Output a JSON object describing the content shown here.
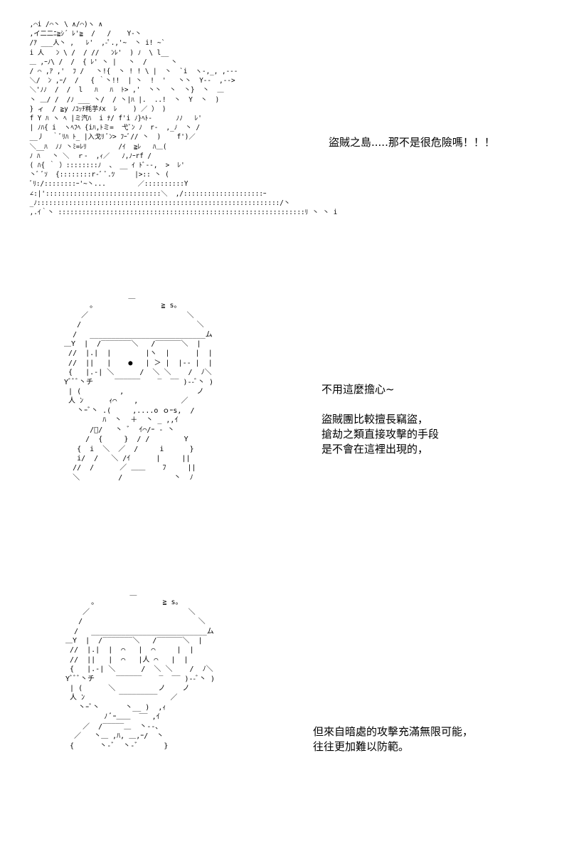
{
  "panels": [
    {
      "art": " ,⌒i /⌒丶 \\ ∧/⌒)ヽ ∧\n ,イ二二ﾆ≧ｼ´ ﾚ'≧  /   /    Y-丶\n /ｱ ___人丶 ,   ﾚ'  ,-ﾟ.,'~  丶 i! ~`\n i 人   ﾝ \\ /  / //   ﾝﾚ'  ) ﾉ  \\ l__\n ＿ ,ｰﾉ\\ /  /  { ﾚ' 丶 |   丶  /      丶\n / ⌒ ,ｱ ,'  ﾌ /   丶!{  丶 ! ! \\ |  丶  `i  ヽ-,_, ,---\n ＼/  ﾝ ,ｰ/  /   { ｀丶!!  | 丶  !  '   丶丶  Y--  ,-->\n ＼'ﾉﾉ  /  /  l   ﾊ   ﾊ  ﾄ> ,'  丶丶  丶  丶}  丶  ＿\n 丶 ＿/ /  /ﾉ ___ 丶/  / 丶|ﾊ |.  ..!  丶  Y  丶  )\n } ィ  / ≧y ﾉｺｯﾁ粍芋ﾒx  ﾚ    ) ／ ） )\n f Y ﾊ ヽ ﾍ |ミ汽ﾊ  i ﾅ/ f'i ﾉ}ﾍﾄ-      ﾉﾉ   ﾚ'\n | ﾉﾊ{ i  ヽﾍﾌﾍ {iﾊ,ﾄミ=  弋ﾞﾝ ﾉ  r-  ,_ﾉ  丶 /\n __丿  ｀ﾞﾘﾊ ﾄ_ |入戈ﾘ ﾞﾝ> ﾌｰﾞ// 丶  )    f')／\n ＼__ﾊ  ﾉﾉ 丶ﾐ=ﾚﾘ        /ｲ  ≧ﾚ   ﾊ＿(\n ﾉ ﾊ   丶 ＼  ｒ-  ,ｨ／   ﾉ,ﾉｰrf /\n ( ﾊ{ ｀ ）::::::::ﾉ  、 __ ｲ ﾄﾞ--,  >  ﾚ'\n 丶ﾞ ﾞｿ  {::::::::r-ﾞ ﾞ.ﾂ     |>:: 丶 (\n ﾞﾘ:/::::::::ｰ'~丶...        ／::::::::::Y\n ∠:|':::::::::::::::::::::::::::::＼  ,/::::::::::::::::::::ｰ\n _ﾉ:::::::::::::::::::::::::::::::::::::::::::::::::::::::::::::/丶\n ,.ｲ｀丶 ::::::::::::::::::::::::::::::::::::::::::::::::::::::::::::::ﾘ 丶 丶 i",
      "lines": [
        "盜賊之島.....那不是很危險嗎！！！"
      ]
    },
    {
      "art": "                 ＿\n        。               ≧ s。\n      ／                       ＼\n     /                           ＼\n    /   ___________________________ム\n  ＿Y  |  /‾‾‾‾‾‾‾＼   /‾‾‾‾‾‾＼  |\n   //  |.|  |        |ヽ  |      |  |\n   //  ||   |    ●   | ＞ |  |-- |  |\n   {   |.-| ＼      /  ＼ ＼    /  ﾉ＼\n  Yﾞﾞﾞ丶チ     ‾‾‾‾‾‾    ‾  ‾‾ )--ﾞ丶 )\n   | (         ,                 ノ\n   人 ﾝ      ｨ⌒    ,          ／\n     丶ｰﾞ丶 .(     ,....o ｏｰs,  /\n           ﾊ  丶  ＋  丶 _ ,,ｲ\n        /ﾞ/   丶 ﾞ  ｲ⌒/ｰ ‐ 丶\n       /  {     }  / /        Y\n     {  i  ＼  ／  /     i      }\n     i/  /   ＼ /ｲ      |     ||\n    //  /      ／ ＿＿    ﾌ     ||\n    ＼         /            丶  ﾉ",
      "lines": [
        "不用這麼擔心~",
        "",
        "盜賊團比較擅長竊盜，",
        "搶劫之類直接攻擊的手段",
        "是不會在這裡出現的，"
      ]
    },
    {
      "art": "                 ＿\n        。               ≧ s。\n      ／                       ＼\n     /                           ＼\n    /   ___________________________ム\n  ＿Y  |  /‾‾‾‾‾‾‾＼   /‾‾‾‾‾‾＼  |\n   //  |.|  |  ⌒   |  ⌒     |  |\n   //  ||   |  ⌒   |人 ⌒   |  |\n   {   |.-| ＼      /  ＼ ＼    /  ﾉ＼\n  Yﾞﾞﾞ丶チ     ‾‾‾‾‾‾    ‾  ‾‾ )--ﾞ丶 )\n   | (      ＼          ノ    ノ\n   人 ﾝ        ‾‾‾‾‾‾‾‾‾   ／\n     丶ｰﾞ丶      丶__ )  ,ｨ\n           ﾉ ﾞｰ＿＿  ‾‾ ,ｲ\n      ／  /‾‾‾‾‾＿  丶--､\n    ／   丶＿ ,ﾊ, ＿,ｰ/  丶\n   {      丶-ﾞ  丶-ﾞ      }",
      "lines": [
        "但來自暗處的攻擊充滿無限可能，",
        "往往更加難以防範。"
      ]
    }
  ]
}
